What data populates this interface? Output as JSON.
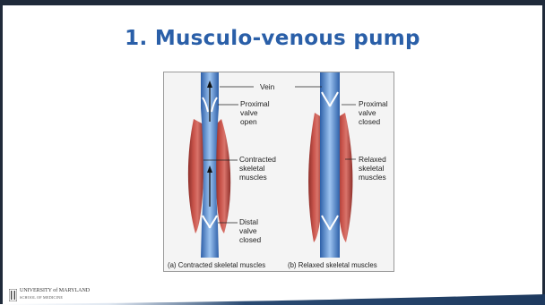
{
  "slide": {
    "title": "1. Musculo-venous pump"
  },
  "diagram": {
    "labels": {
      "vein": "Vein",
      "proximal_open": [
        "Proximal",
        "valve",
        "open"
      ],
      "proximal_closed": [
        "Proximal",
        "valve",
        "closed"
      ],
      "contracted": [
        "Contracted",
        "skeletal",
        "muscles"
      ],
      "relaxed": [
        "Relaxed",
        "skeletal",
        "muscles"
      ],
      "distal_closed": [
        "Distal",
        "valve",
        "closed"
      ]
    },
    "captions": {
      "left": "(a) Contracted skeletal muscles",
      "right": "(b) Relaxed skeletal muscles"
    }
  },
  "footer": {
    "logo_line1": "UNIVERSITY of MARYLAND",
    "logo_line2": "SCHOOL OF MEDICINE"
  },
  "colors": {
    "title": "#2a5fa8",
    "frame": "#1f2a3a",
    "vein": "#5b8fd6",
    "muscle": "#b8433c",
    "footer_gradient_end": "#1e3a5f"
  }
}
